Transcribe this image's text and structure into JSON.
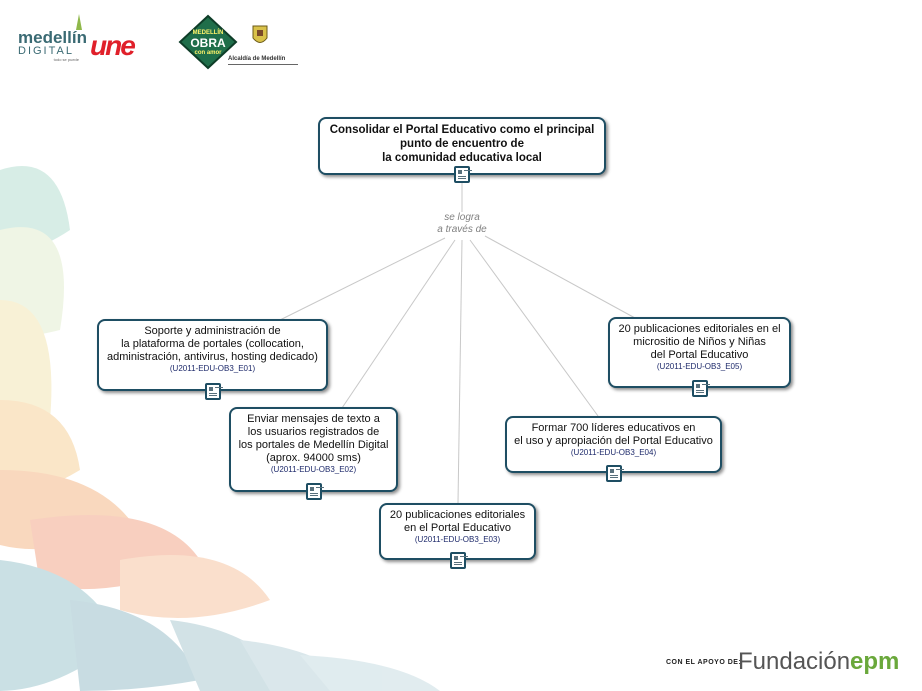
{
  "header": {
    "medellin_title": "medellín",
    "medellin_sub": "DIGITAL",
    "medellin_tag": "todo se puede",
    "une_label": "une",
    "obra_label_top": "MEDELLÍN",
    "obra_label_main": "OBRA",
    "obra_label_bottom": "con amor",
    "alcaldia_label": "Alcaldía de Medellín"
  },
  "footer": {
    "support_prefix": "CON EL APOYO DE:",
    "fundacion": "Fundación",
    "epm": "epm"
  },
  "diagram": {
    "root": {
      "text": "Consolidar el Portal Educativo como el principal\npunto de encuentro de\nla comunidad educativa local"
    },
    "link_phrase": "se logra\na través de",
    "nodes": [
      {
        "text": "Soporte y administración de\nla plataforma de portales (collocation,\nadministración, antivirus, hosting dedicado)",
        "code": "(U2011-EDU-OB3_E01)"
      },
      {
        "text": "Enviar mensajes de texto a\nlos usuarios registrados de\nlos portales de Medellín Digital\n(aprox. 94000 sms)",
        "code": "(U2011-EDU-OB3_E02)"
      },
      {
        "text": "20 publicaciones editoriales\nen el Portal Educativo",
        "code": "(U2011-EDU-OB3_E03)"
      },
      {
        "text": "Formar 700 líderes educativos en\nel uso y apropiación del Portal Educativo",
        "code": "(U2011-EDU-OB3_E04)"
      },
      {
        "text": "20 publicaciones editoriales en el\nmicrositio de Niños y Niñas\ndel Portal Educativo",
        "code": "(U2011-EDU-OB3_E05)"
      }
    ]
  },
  "colors": {
    "node_border": "#1e4e63",
    "connector": "#c8c8c8",
    "link_text": "#808080",
    "une_red": "#e0202a",
    "epm_green": "#6aa83b",
    "obra_green": "#1f6e4a"
  }
}
